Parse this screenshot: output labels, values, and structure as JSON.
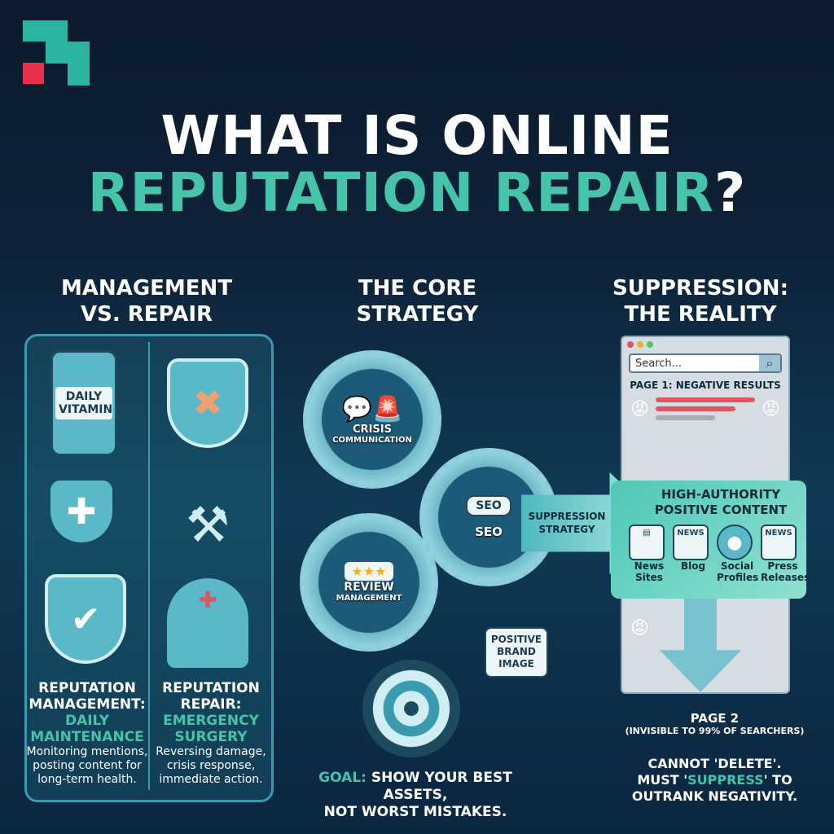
{
  "colors": {
    "accent": "#45c4aa",
    "background": "#0c1a2d",
    "negative": "#e05560"
  },
  "title": {
    "line1": "WHAT IS ONLINE",
    "line2": "REPUTATION REPAIR",
    "qmark": "?"
  },
  "columns": {
    "left": {
      "heading1": "MANAGEMENT",
      "heading2": "VS. REPAIR",
      "management": {
        "icon_label": "DAILY VITAMIN",
        "head1": "REPUTATION",
        "head2": "MANAGEMENT:",
        "sub1": "DAILY",
        "sub2": "MAINTENANCE",
        "desc": "Monitoring mentions, posting content for long-term health."
      },
      "repair": {
        "head1": "REPUTATION",
        "head2": "REPAIR:",
        "sub1": "EMERGENCY",
        "sub2": "SURGERY",
        "desc": "Reversing damage, crisis response, immediate action."
      }
    },
    "center": {
      "heading1": "THE CORE",
      "heading2": "STRATEGY",
      "gears": [
        {
          "label1": "CRISIS",
          "label2": "COMMUNICATION"
        },
        {
          "badge": "SEO",
          "label1": "SEO",
          "label2": ""
        },
        {
          "label1": "REVIEW",
          "label2": "MANAGEMENT"
        }
      ],
      "bubble": "POSITIVE BRAND IMAGE",
      "goal_prefix": "GOAL:",
      "goal_rest": " SHOW YOUR BEST ASSETS,",
      "goal_line2": "NOT WORST MISTAKES."
    },
    "right": {
      "heading1": "SUPPRESSION:",
      "heading2": "THE REALITY",
      "search_placeholder": "Search...",
      "page1": "PAGE 1: NEGATIVE RESULTS",
      "arrow_label": "SUPPRESSION STRATEGY",
      "content_title1": "HIGH-AUTHORITY",
      "content_title2": "POSITIVE CONTENT",
      "content_items": [
        {
          "badge": "",
          "label": "News Sites"
        },
        {
          "badge": "NEWS",
          "label": "Blog"
        },
        {
          "badge": "",
          "label": "Social Profiles"
        },
        {
          "badge": "NEWS",
          "label": "Press Releases"
        }
      ],
      "page2": "PAGE 2",
      "page2_note": "(INVISIBLE TO 99% OF SEARCHERS)",
      "cannot": "CANNOT 'DELETE'.",
      "must_pre": "MUST '",
      "must_word": "SUPPRESS",
      "must_post": "' TO",
      "outrank": "OUTRANK NEGATIVITY."
    }
  }
}
